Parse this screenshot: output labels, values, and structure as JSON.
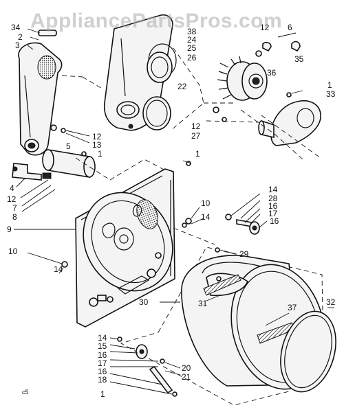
{
  "watermark": "AppliancePartsPros.com",
  "corner_mark": "c5",
  "callouts": {
    "c34": "34",
    "c2": "2",
    "c3": "3",
    "c38": "38",
    "c24": "24",
    "c25": "25",
    "c26": "26",
    "c22": "22",
    "c12a": "12",
    "c6": "6",
    "c36": "36",
    "c35": "35",
    "c1a": "1",
    "c33": "33",
    "c12b": "12",
    "c27": "27",
    "c12c": "12",
    "c13": "13",
    "c5": "5",
    "c1b": "1",
    "c4": "4",
    "c12d": "12",
    "c7": "7",
    "c8": "8",
    "c9": "9",
    "c1c": "1",
    "c10a": "10",
    "c14a": "14",
    "c14b": "14",
    "c28": "28",
    "c16a": "16",
    "c17a": "17",
    "c16b": "16",
    "c10b": "10",
    "c14c": "14",
    "c29": "29",
    "c30": "30",
    "c31": "31",
    "c32": "32",
    "c37": "37",
    "c14d": "14",
    "c15": "15",
    "c16c": "16",
    "c17b": "17",
    "c16d": "16",
    "c18": "18",
    "c1d": "1",
    "c20": "20",
    "c21": "21"
  }
}
